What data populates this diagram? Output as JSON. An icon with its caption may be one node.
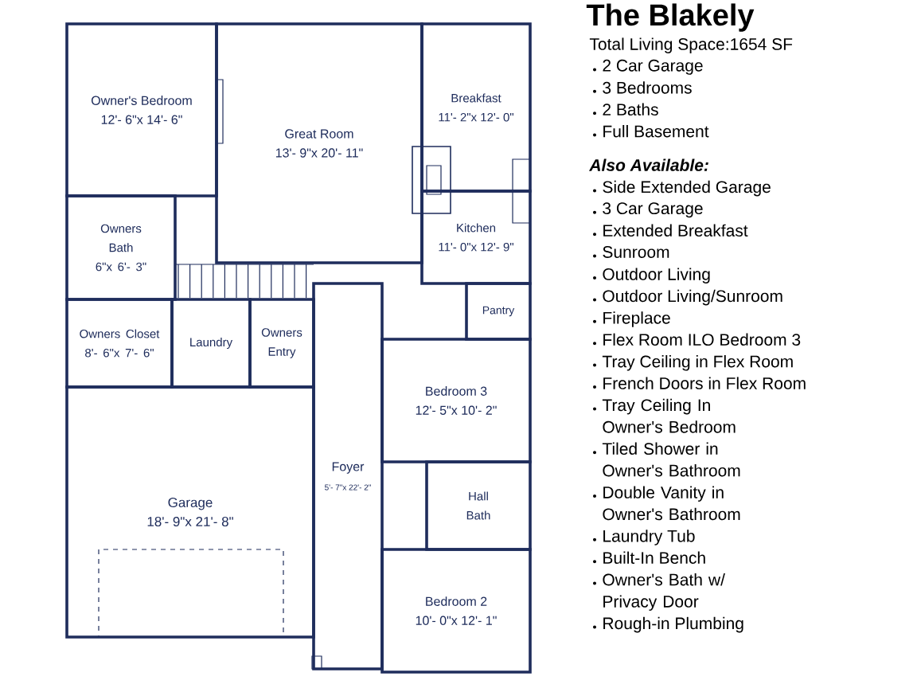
{
  "diagram": {
    "title": "The Blakely",
    "nodes": [
      {
        "text": [
          "Owner's Bedroom",
          "12'- 6\"x 14'- 6\""
        ]
      },
      {
        "text": [
          "Great Room",
          "13'- 9\"x 20'- 11\""
        ]
      },
      {
        "text": [
          "Breakfast",
          "11'- 2\"x 12'- 0\""
        ]
      },
      {
        "text": [
          "Owners Bath",
          "6\"x 6'- 3\""
        ]
      },
      {
        "text": [
          "Kitchen",
          "11'- 0\"x 12'- 9\""
        ]
      },
      {
        "text": [
          "Owners Closet",
          "8'- 6\"x 7'- 6\""
        ]
      },
      {
        "text": [
          "Laundry"
        ]
      },
      {
        "text": [
          "Owners Entry"
        ]
      },
      {
        "text": [
          "Pantry"
        ]
      },
      {
        "text": [
          "Bedroom 3",
          "12'- 5\"x 10'- 2\""
        ]
      },
      {
        "text": [
          "Foyer",
          "5'- 7\"x 22'- 2\""
        ]
      },
      {
        "text": [
          "Garage",
          "18'- 9\"x 21'- 8\""
        ]
      },
      {
        "text": [
          "Hall Bath"
        ]
      },
      {
        "text": [
          "Bedroom 2",
          "10'- 0\"x 12'- 1\""
        ]
      }
    ],
    "edges": [],
    "labels": [
      "Total Living Space:1654 SF",
      "2 Car Garage",
      "3 Bedrooms",
      "2 Baths",
      "Full Basement",
      "Also Available:",
      "Side Extended Garage",
      "3 Car Garage",
      "Extended Breakfast",
      "Sunroom",
      "Outdoor Living",
      "Outdoor Living/Sunroom",
      "Fireplace",
      "Flex Room ILO Bedroom 3",
      "Tray Ceiling in Flex Room",
      "French Doors in Flex Room",
      "Tray Ceiling In Owner's Bedroom",
      "Tiled Shower in Owner's Bathroom",
      "Double Vanity in Owner's Bathroom",
      "Laundry Tub",
      "Built-In Bench",
      "Owner's Bath w/ Privacy Door",
      "Rough-in Plumbing"
    ]
  }
}
